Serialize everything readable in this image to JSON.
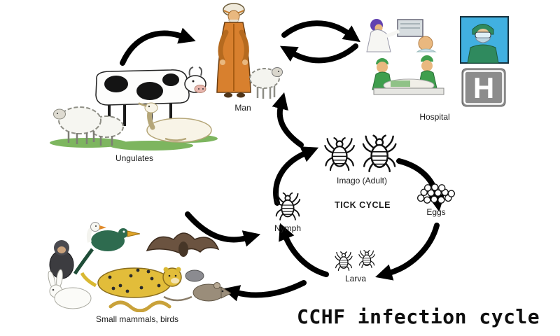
{
  "title": "CCHF infection cycle",
  "labels": {
    "man": "Man",
    "hospital": "Hospital",
    "ungulates": "Ungulates",
    "small_mammals": "Small mammals, birds",
    "tick_cycle": "TICK CYCLE",
    "imago": "Imago (Adult)",
    "eggs": "Eggs",
    "larva": "Larva",
    "nymph": "Nymph"
  },
  "hospital_sign_letter": "H",
  "icons": {
    "man-icon": "robed herder with sheep",
    "hospital-icon": "medical staff treating patients",
    "surgeon-icon": "masked surgeon portrait",
    "hospital-sign-icon": "letter H sign",
    "ungulates-icon": "cow, sheep and goat on grass",
    "small-mammals-icon": "leopard, rabbit, rodents, bat and birds",
    "tick-icon": "tick",
    "eggs-icon": "cluster of tick eggs"
  },
  "colors": {
    "background": "#ffffff",
    "arrow": "#000000",
    "text": "#1c1c1c",
    "robe_orange": "#d8802e",
    "hospital_blue": "#41b0e0",
    "scrub_green": "#3f9e4d",
    "sign_gray": "#8c8c8c",
    "grass_green": "#6fae4e",
    "leopard_yellow": "#e2bd3a"
  }
}
